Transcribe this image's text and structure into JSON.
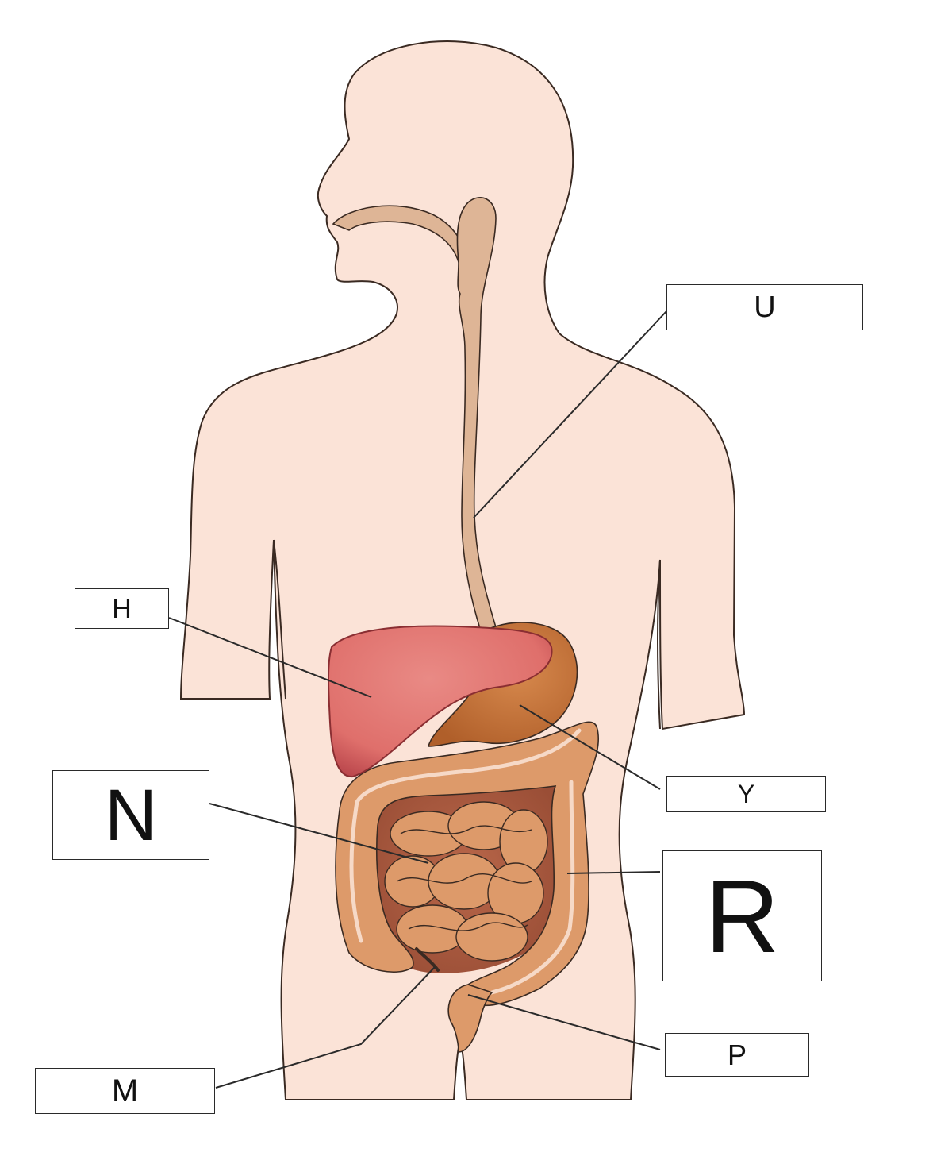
{
  "labels": {
    "u": "U",
    "h": "H",
    "y": "Y",
    "n": "N",
    "r": "R",
    "p": "P",
    "m": "M"
  },
  "colors": {
    "skin": "#fbe3d7",
    "outline": "#3a2a22",
    "esophagus": "#deb596",
    "liver": "#e0706c",
    "stomach": "#c8763c",
    "intestine": "#dd9a6a",
    "leader_line": "#2a2a2a"
  }
}
